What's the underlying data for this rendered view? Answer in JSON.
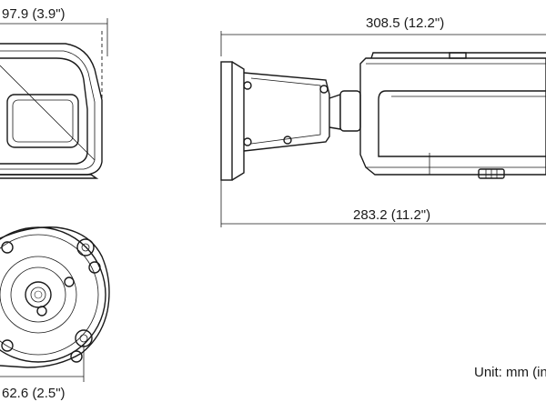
{
  "dimensions": {
    "front_width": "97.9 (3.9\")",
    "total_length": "308.5 (12.2\")",
    "mount_length": "283.2 (11.2\")",
    "base_diameter": "62.6 (2.5\")"
  },
  "unit_label": "Unit: mm (in)"
}
